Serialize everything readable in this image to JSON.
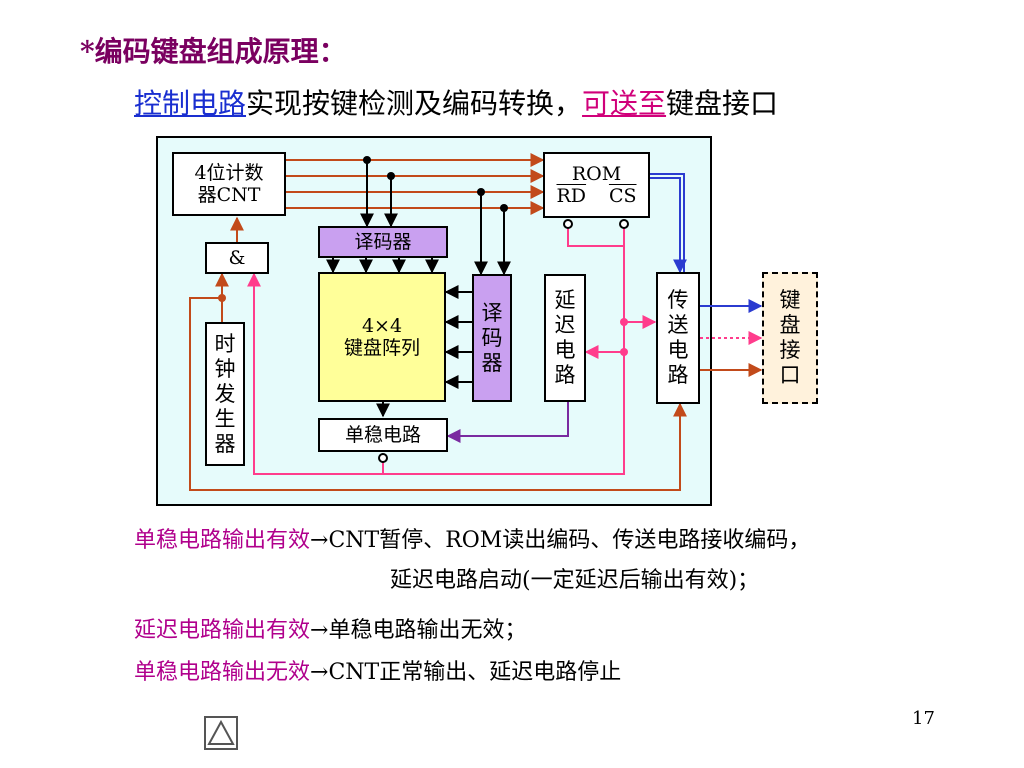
{
  "title": "*编码键盘组成原理：",
  "subtitle": {
    "part1": "控制电路",
    "part2": "实现按键检测及编码转换，",
    "part3": "可送至",
    "part4": "键盘接口"
  },
  "diagram": {
    "counter": {
      "line1": "4位计数",
      "line2": "器CNT"
    },
    "rom": {
      "label": "ROM",
      "rd": "RD",
      "cs": "CS"
    },
    "and_gate": "&",
    "decoder_top": "译码器",
    "matrix": {
      "line1": "4×4",
      "line2": "键盘阵列"
    },
    "decoder_side": [
      "译",
      "码",
      "器"
    ],
    "delay": [
      "延",
      "迟",
      "电",
      "路"
    ],
    "transfer": [
      "传",
      "送",
      "电",
      "路"
    ],
    "keyboard_interface": [
      "键",
      "盘",
      "接",
      "口"
    ],
    "clock": [
      "时",
      "钟",
      "发",
      "生",
      "器"
    ],
    "monostable": "单稳电路"
  },
  "notes": [
    {
      "cond": "单稳电路输出有效",
      "arrow": "→",
      "effect": "CNT暂停、ROM读出编码、传送电路接收编码，"
    },
    {
      "cond": "",
      "arrow": "",
      "effect": "延迟电路启动(一定延迟后输出有效)；"
    },
    {
      "cond": "延迟电路输出有效",
      "arrow": "→",
      "effect": "单稳电路输出无效；"
    },
    {
      "cond": "单稳电路输出无效",
      "arrow": "→",
      "effect": "CNT正常输出、延迟电路停止"
    }
  ],
  "page_number": "17",
  "colors": {
    "wire_red": "#c24a1a",
    "wire_pink": "#ff3c8c",
    "wire_purple": "#7a2aa0",
    "wire_blue": "#2b3bd0"
  },
  "nav_icon": "triangle-outline-icon"
}
